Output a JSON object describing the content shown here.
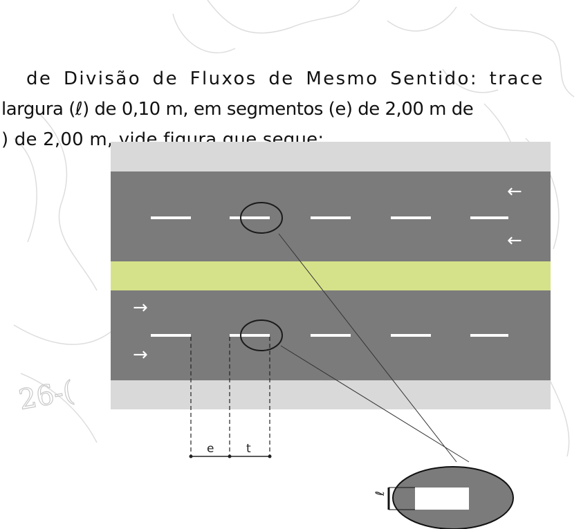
{
  "document": {
    "lines": [
      "de Divisão de Fluxos de Mesmo Sentido: trace",
      "largura (ℓ) de 0,10 m, em segmentos (e) de 2,00 m de",
      ") de 2,00 m, vide figura que segue:"
    ]
  },
  "watermark": {
    "text": "26-("
  },
  "figure": {
    "segment_label_e": "e",
    "segment_label_t": "t",
    "width_label": "ℓ",
    "arrow_left": "←",
    "arrow_right": "→",
    "colors": {
      "shoulder": "#d9d9d9",
      "asphalt": "#7b7b7b",
      "median": "#d6e28a",
      "marking": "#ffffff"
    }
  }
}
